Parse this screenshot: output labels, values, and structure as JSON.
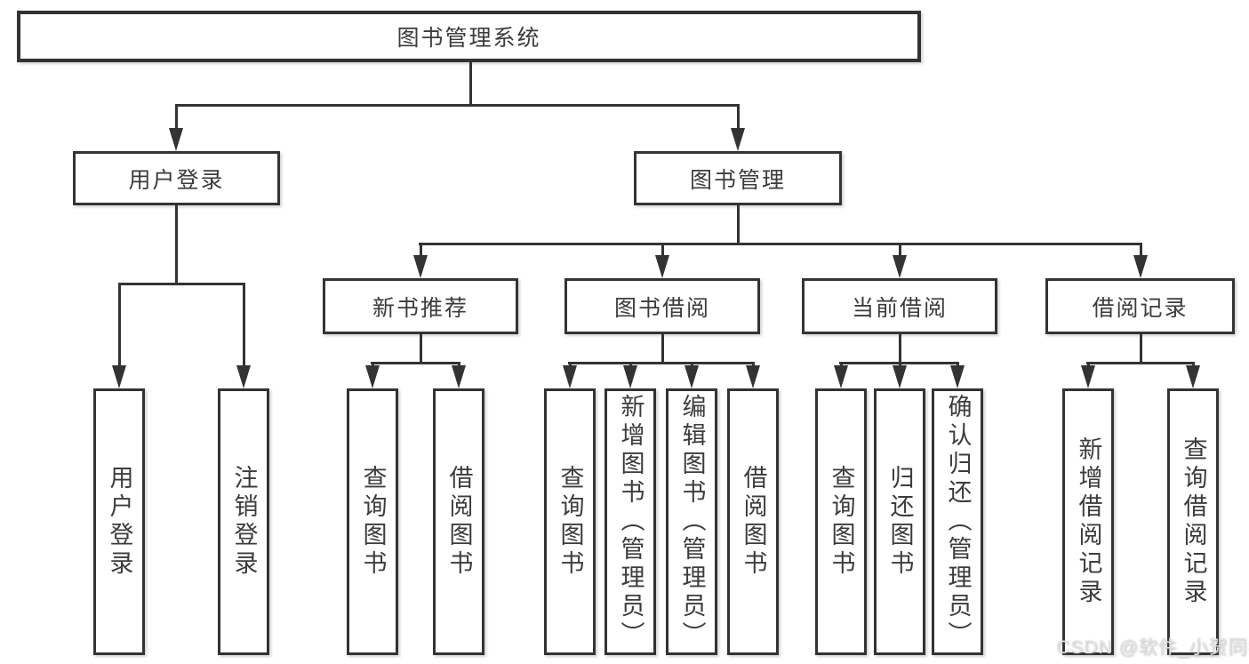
{
  "diagram_title": "图书管理系统",
  "nodes": {
    "root": {
      "label": "图书管理系统"
    },
    "level2": [
      {
        "id": "user-login",
        "label": "用户登录",
        "parent": "图书管理系统"
      },
      {
        "id": "book-management",
        "label": "图书管理",
        "parent": "图书管理系统"
      }
    ],
    "level3": [
      {
        "id": "new-book-recommendation",
        "label": "新书推荐",
        "parent": "图书管理"
      },
      {
        "id": "book-borrowing",
        "label": "图书借阅",
        "parent": "图书管理"
      },
      {
        "id": "current-borrowing",
        "label": "当前借阅",
        "parent": "图书管理"
      },
      {
        "id": "borrowing-records",
        "label": "借阅记录",
        "parent": "图书管理"
      }
    ],
    "level4": [
      {
        "id": "leaf-user-login",
        "label": "用户登录",
        "parent": "用户登录"
      },
      {
        "id": "leaf-logout",
        "label": "注销登录",
        "parent": "用户登录"
      },
      {
        "id": "leaf-query-books-recommend",
        "label": "查询图书",
        "parent": "新书推荐"
      },
      {
        "id": "leaf-borrow-books-recommend",
        "label": "借阅图书",
        "parent": "新书推荐"
      },
      {
        "id": "leaf-query-books-borrow",
        "label": "查询图书",
        "parent": "图书借阅"
      },
      {
        "id": "leaf-add-book-admin",
        "label": "新增图书（管理员）",
        "parent": "图书借阅"
      },
      {
        "id": "leaf-edit-book-admin",
        "label": "编辑图书（管理员）",
        "parent": "图书借阅"
      },
      {
        "id": "leaf-borrow-books",
        "label": "借阅图书",
        "parent": "图书借阅"
      },
      {
        "id": "leaf-query-books-current",
        "label": "查询图书",
        "parent": "当前借阅"
      },
      {
        "id": "leaf-return-book",
        "label": "归还图书",
        "parent": "当前借阅"
      },
      {
        "id": "leaf-confirm-return-admin",
        "label": "确认归还（管理员）",
        "parent": "当前借阅"
      },
      {
        "id": "leaf-add-borrow-record",
        "label": "新增借阅记录",
        "parent": "借阅记录"
      },
      {
        "id": "leaf-query-borrow-record",
        "label": "查询借阅记录",
        "parent": "借阅记录"
      }
    ]
  },
  "watermark": "CSDN @软件_小贺同学",
  "colors": {
    "line": "#333333",
    "text": "#3c3c3c",
    "background": "#ffffff",
    "watermark": "#e3e3e3"
  }
}
